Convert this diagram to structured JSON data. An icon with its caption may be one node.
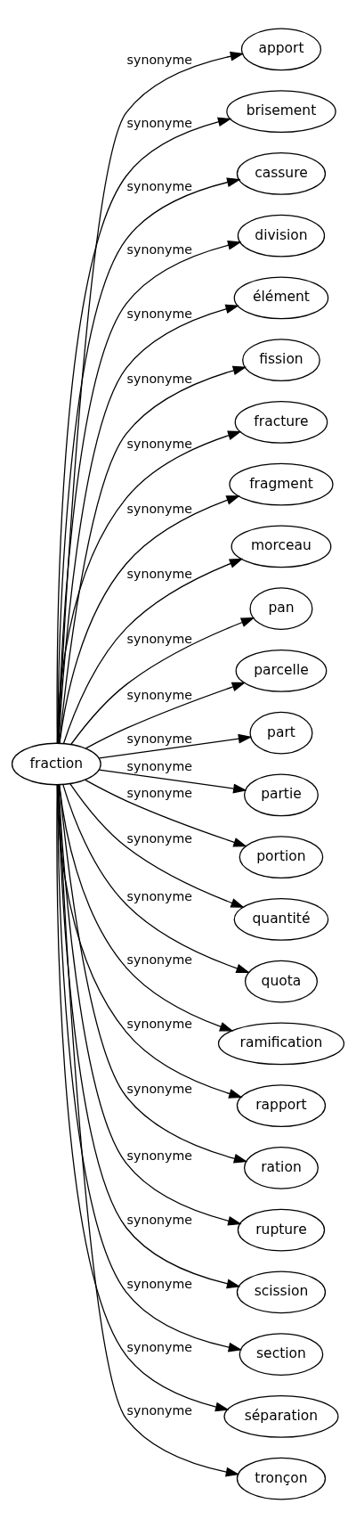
{
  "diagram": {
    "nodes": [
      {
        "text": [
          "fraction"
        ]
      },
      {
        "text": [
          "apport"
        ]
      },
      {
        "text": [
          "brisement"
        ]
      },
      {
        "text": [
          "cassure"
        ]
      },
      {
        "text": [
          "division"
        ]
      },
      {
        "text": [
          "élément"
        ]
      },
      {
        "text": [
          "fission"
        ]
      },
      {
        "text": [
          "fracture"
        ]
      },
      {
        "text": [
          "fragment"
        ]
      },
      {
        "text": [
          "morceau"
        ]
      },
      {
        "text": [
          "pan"
        ]
      },
      {
        "text": [
          "parcelle"
        ]
      },
      {
        "text": [
          "part"
        ]
      },
      {
        "text": [
          "partie"
        ]
      },
      {
        "text": [
          "portion"
        ]
      },
      {
        "text": [
          "quantité"
        ]
      },
      {
        "text": [
          "quota"
        ]
      },
      {
        "text": [
          "ramification"
        ]
      },
      {
        "text": [
          "rapport"
        ]
      },
      {
        "text": [
          "ration"
        ]
      },
      {
        "text": [
          "rupture"
        ]
      },
      {
        "text": [
          "scission"
        ]
      },
      {
        "text": [
          "section"
        ]
      },
      {
        "text": [
          "séparation"
        ]
      },
      {
        "text": [
          "tronçon"
        ]
      }
    ],
    "edges": [
      {
        "from": 0,
        "to": 1,
        "arrow": "to",
        "label": "synonyme"
      },
      {
        "from": 0,
        "to": 2,
        "arrow": "to",
        "label": "synonyme"
      },
      {
        "from": 0,
        "to": 3,
        "arrow": "to",
        "label": "synonyme"
      },
      {
        "from": 0,
        "to": 4,
        "arrow": "to",
        "label": "synonyme"
      },
      {
        "from": 0,
        "to": 5,
        "arrow": "to",
        "label": "synonyme"
      },
      {
        "from": 0,
        "to": 6,
        "arrow": "to",
        "label": "synonyme"
      },
      {
        "from": 0,
        "to": 7,
        "arrow": "to",
        "label": "synonyme"
      },
      {
        "from": 0,
        "to": 8,
        "arrow": "to",
        "label": "synonyme"
      },
      {
        "from": 0,
        "to": 9,
        "arrow": "to",
        "label": "synonyme"
      },
      {
        "from": 0,
        "to": 10,
        "arrow": "to",
        "label": "synonyme"
      },
      {
        "from": 0,
        "to": 11,
        "arrow": "to",
        "label": "synonyme"
      },
      {
        "from": 0,
        "to": 12,
        "arrow": "to",
        "label": "synonyme"
      },
      {
        "from": 0,
        "to": 13,
        "arrow": "to",
        "label": "synonyme"
      },
      {
        "from": 0,
        "to": 14,
        "arrow": "to",
        "label": "synonyme"
      },
      {
        "from": 0,
        "to": 15,
        "arrow": "to",
        "label": "synonyme"
      },
      {
        "from": 0,
        "to": 16,
        "arrow": "to",
        "label": "synonyme"
      },
      {
        "from": 0,
        "to": 17,
        "arrow": "to",
        "label": "synonyme"
      },
      {
        "from": 0,
        "to": 18,
        "arrow": "to",
        "label": "synonyme"
      },
      {
        "from": 0,
        "to": 19,
        "arrow": "to",
        "label": "synonyme"
      },
      {
        "from": 0,
        "to": 20,
        "arrow": "to",
        "label": "synonyme"
      },
      {
        "from": 0,
        "to": 21,
        "arrow": "to",
        "label": "synonyme"
      },
      {
        "from": 0,
        "to": 22,
        "arrow": "to",
        "label": "synonyme"
      },
      {
        "from": 0,
        "to": 23,
        "arrow": "to",
        "label": "synonyme"
      },
      {
        "from": 0,
        "to": 24,
        "arrow": "to",
        "label": "synonyme"
      }
    ]
  }
}
